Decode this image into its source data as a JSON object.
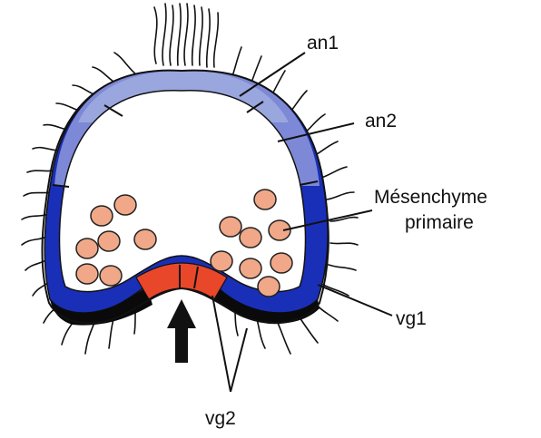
{
  "labels": {
    "an1": "an1",
    "an2": "an2",
    "mesenchyme_line1": "Mésenchyme",
    "mesenchyme_line2": "primaire",
    "vg1": "vg1",
    "vg2": "vg2"
  },
  "colors": {
    "an1": "#9aa6de",
    "an2": "#7d89d6",
    "vg1": "#1a2fb8",
    "vg2": "#e8472a",
    "mesenchyme_fill": "#f0a888",
    "cell_outline": "#222222",
    "blastocoel": "#ffffff",
    "black_band": "#0a0a0a"
  }
}
